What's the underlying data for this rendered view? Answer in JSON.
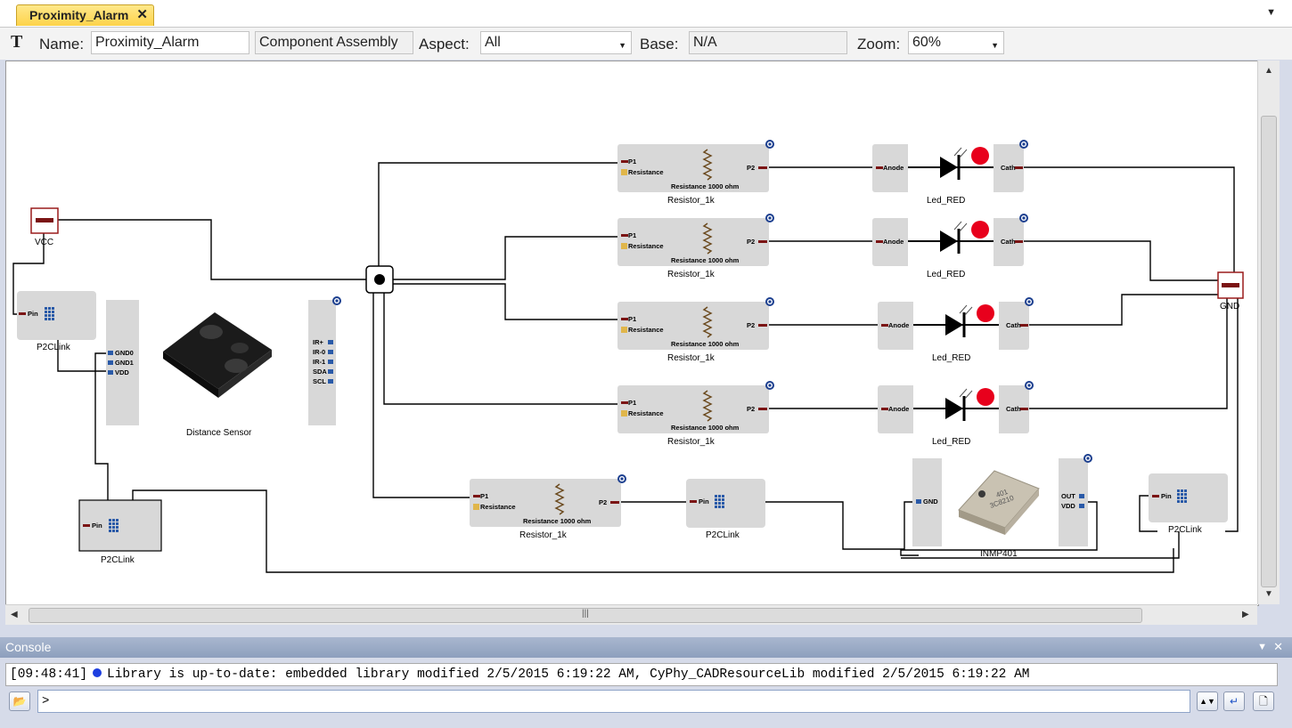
{
  "tab": {
    "title": "Proximity_Alarm",
    "close": "✕"
  },
  "toolbar": {
    "type_icon": "T",
    "name_label": "Name:",
    "name_value": "Proximity_Alarm",
    "kind": "Component Assembly",
    "aspect_label": "Aspect:",
    "aspect_value": "All",
    "base_label": "Base:",
    "base_value": "N/A",
    "zoom_label": "Zoom:",
    "zoom_value": "60%"
  },
  "diagram": {
    "vcc_label": "VCC",
    "gnd_label": "GND",
    "pin_label": "Pin",
    "p2clink_label": "P2CLink",
    "resistor_label": "Resistor_1k",
    "resistor_p1": "P1",
    "resistor_p2": "P2",
    "resistor_prop": "Resistance",
    "resistor_value": "Resistance 1000 ohm",
    "led_label": "Led_RED",
    "led_anode": "Anode",
    "led_cath": "Cath",
    "sensor_label": "Distance Sensor",
    "sensor_ports_left": [
      "GND0",
      "GND1",
      "VDD"
    ],
    "sensor_ports_right": [
      "IR+",
      "IR-0",
      "IR-1",
      "SDA",
      "SCL"
    ],
    "mic_label": "INMP401",
    "mic_port_left": "GND",
    "mic_ports_right": [
      "OUT",
      "VDD"
    ],
    "mic_chip_text": [
      "401",
      "3C8210"
    ]
  },
  "hscroll_grip": "|||",
  "console": {
    "title": "Console",
    "time": "[09:48:41]",
    "message": "Library is up-to-date: embedded library modified 2/5/2015 6:19:22 AM, CyPhy_CADResourceLib modified 2/5/2015 6:19:22 AM",
    "prompt": ">"
  },
  "colors": {
    "tab": "#fdd34a",
    "wire": "#000000",
    "port": "#7b1414",
    "block": "#d8d8d8",
    "led": "#e8001c",
    "log_dot": "#1d3fe0"
  }
}
